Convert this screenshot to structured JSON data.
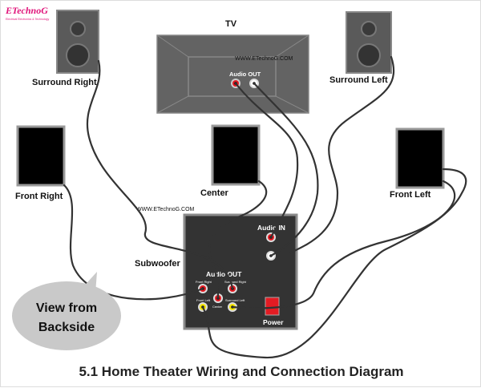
{
  "logo": {
    "text": "ETechnoG",
    "tagline": "Electrical Electronics & Technology"
  },
  "title": "5.1 Home Theater Wiring and Connection Diagram",
  "tv": {
    "label": "TV",
    "watermark": "WWW.ETechnoG.COM",
    "audio_out": "Audio OUT"
  },
  "speakers": {
    "surround_right": "Surround Right",
    "surround_left": "Surround Left",
    "front_right": "Front Right",
    "center": "Center",
    "front_left": "Front Left"
  },
  "subwoofer": {
    "label": "Subwoofer",
    "watermark": "WWW.ETechnoG.COM",
    "audio_in": "Audio IN",
    "audio_out": "Audio OUT",
    "jacks": {
      "front_right": "Front Right",
      "surround_right": "Surround Right",
      "center": "Center",
      "front_left": "Front Left",
      "surround_left": "Surround Left"
    },
    "power": "Power"
  },
  "callout": {
    "line1": "View from",
    "line2": "Backside"
  },
  "colors": {
    "speaker": "#5a5a5a",
    "tv": "#636363",
    "subwoofer": "#333333",
    "red_jack": "#e31b23",
    "yellow_jack": "#f5e600",
    "bubble": "#c9c9c9",
    "logo": "#e0147a"
  }
}
